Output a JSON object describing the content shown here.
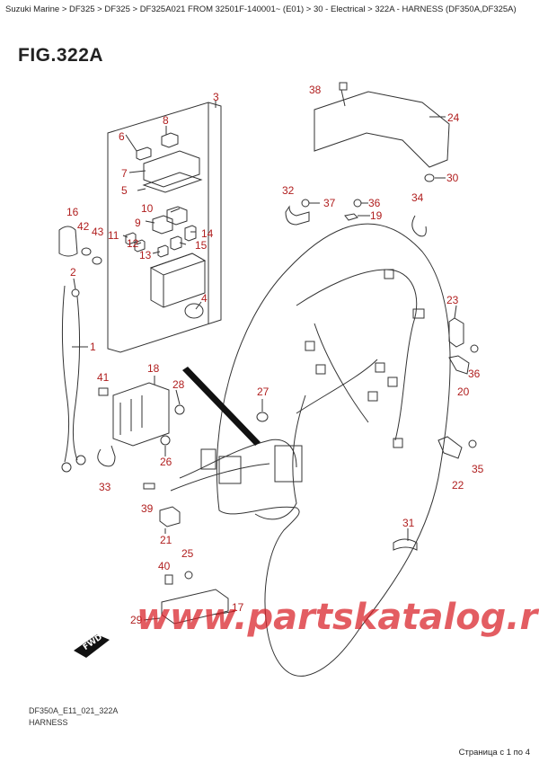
{
  "breadcrumb": "Suzuki Marine > DF325 > DF325 > DF325A021 FROM 32501F-140001~ (E01) > 30 - Electrical > 322A - HARNESS (DF350A,DF325A)",
  "figure": {
    "title": "FIG.322A"
  },
  "callouts": {
    "c1": "1",
    "c2": "2",
    "c3": "3",
    "c4": "4",
    "c5": "5",
    "c6": "6",
    "c7": "7",
    "c8": "8",
    "c9": "9",
    "c10": "10",
    "c11": "11",
    "c12": "12",
    "c13": "13",
    "c14": "14",
    "c15": "15",
    "c16": "16",
    "c17": "17",
    "c18": "18",
    "c19": "19",
    "c20": "20",
    "c21": "21",
    "c22": "22",
    "c23": "23",
    "c24": "24",
    "c25": "25",
    "c26": "26",
    "c27": "27",
    "c28": "28",
    "c29": "29",
    "c30": "30",
    "c31": "31",
    "c32": "32",
    "c33": "33",
    "c34": "34",
    "c35": "35",
    "c36a": "36",
    "c36b": "36",
    "c37": "37",
    "c38": "38",
    "c39": "39",
    "c40": "40",
    "c41": "41",
    "c42": "42",
    "c43": "43"
  },
  "fwd_label": "FWD",
  "watermark": "www.partskatalog.ru",
  "footer": {
    "code": "DF350A_E11_021_322A",
    "name": "HARNESS"
  },
  "page_indicator": "Страница с 1 по 4",
  "colors": {
    "callout": "#b01e1e",
    "watermark": "#d81f26",
    "line": "#333333"
  }
}
